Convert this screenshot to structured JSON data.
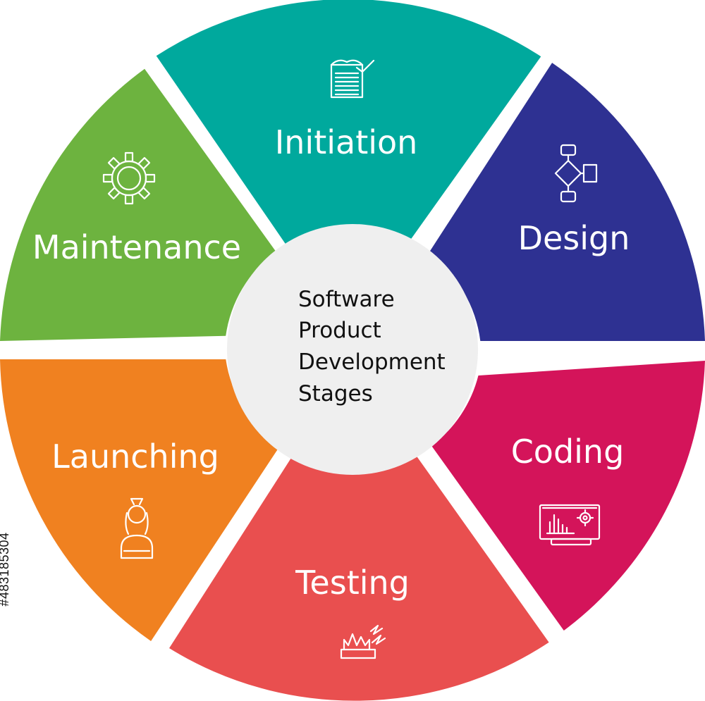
{
  "diagram": {
    "center": {
      "lines": [
        "Software",
        "Product",
        "Development",
        "Stages"
      ],
      "fill": "#efefef"
    },
    "segments": [
      {
        "label": "Initiation",
        "color": "#00A99D",
        "icon": "document-check-icon"
      },
      {
        "label": "Design",
        "color": "#2E3192",
        "icon": "flowchart-icon"
      },
      {
        "label": "Coding",
        "color": "#D4145A",
        "icon": "monitor-gear-icon"
      },
      {
        "label": "Testing",
        "color": "#E94F4F",
        "icon": "lightning-test-icon"
      },
      {
        "label": "Launching",
        "color": "#F08120",
        "icon": "person-launch-icon"
      },
      {
        "label": "Maintenance",
        "color": "#6DB33F",
        "icon": "gear-icon"
      }
    ]
  },
  "stock_id": "#483185304"
}
